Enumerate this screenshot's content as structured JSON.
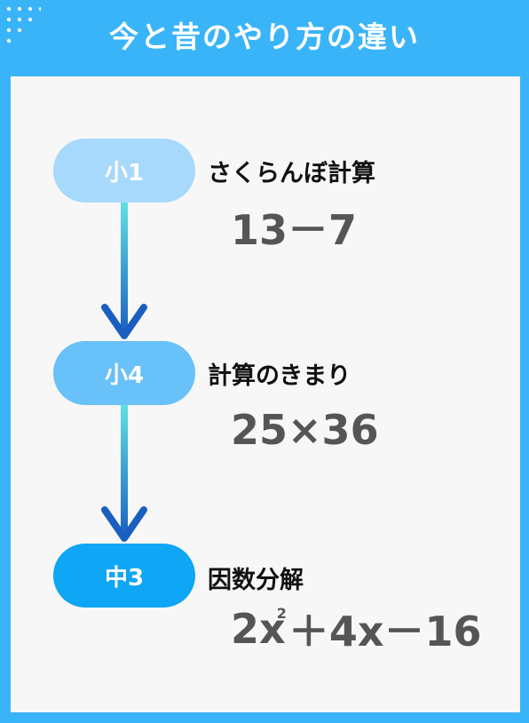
{
  "title": "今と昔のやり方の違い",
  "steps": [
    {
      "grade": "小1",
      "topic": "さくらんぼ計算",
      "formula": "13－7"
    },
    {
      "grade": "小4",
      "topic": "計算のきまり",
      "formula": "25×36"
    },
    {
      "grade": "中3",
      "topic": "因数分解",
      "formula_parts": [
        "2x",
        "2",
        "＋4x－16"
      ]
    }
  ],
  "colors": {
    "background": "#3ab4f8",
    "panel": "#f7f7f7",
    "pill_1": "#a6d9fb",
    "pill_2": "#68c1f8",
    "pill_3": "#0ea6f5",
    "arrow_top": "#5fe0e0",
    "arrow_bottom": "#1a5fc0"
  }
}
